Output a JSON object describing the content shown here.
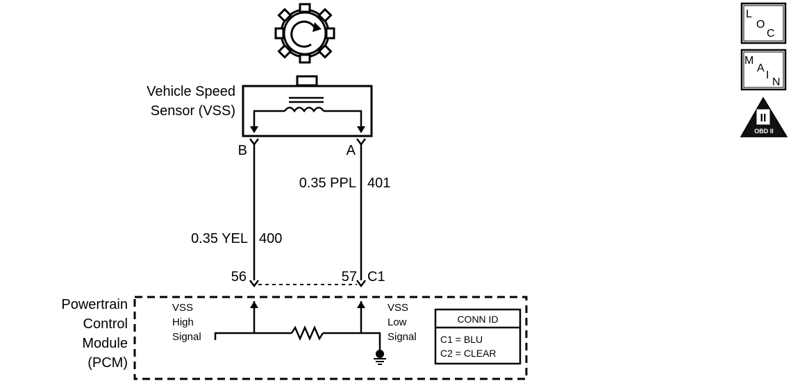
{
  "sensor": {
    "name_line1": "Vehicle Speed",
    "name_line2": "Sensor (VSS)",
    "pin_b": "B",
    "pin_a": "A"
  },
  "wires": {
    "wire_a": {
      "gauge_color": "0.35 PPL",
      "circuit": "401"
    },
    "wire_b": {
      "gauge_color": "0.35 YEL",
      "circuit": "400"
    }
  },
  "pcm": {
    "name_line1": "Powertrain",
    "name_line2": "Control",
    "name_line3": "Module",
    "name_line4": "(PCM)",
    "pin_56": "56",
    "pin_57": "57",
    "connector": "C1",
    "high_line1": "VSS",
    "high_line2": "High",
    "high_line3": "Signal",
    "low_line1": "VSS",
    "low_line2": "Low",
    "low_line3": "Signal"
  },
  "conn_id": {
    "title": "CONN ID",
    "c1": "C1  = BLU",
    "c2": "C2  = CLEAR"
  },
  "badges": {
    "loc": [
      "L",
      "O",
      "C"
    ],
    "main": [
      "M",
      "A",
      "I",
      "N"
    ],
    "obd_numeral": "II",
    "obd_label": "OBD II"
  },
  "icons": {
    "reluctor": "reluctor-wheel-icon",
    "ground": "ground-icon",
    "resistor": "resistor-icon",
    "coil": "coil-icon"
  }
}
